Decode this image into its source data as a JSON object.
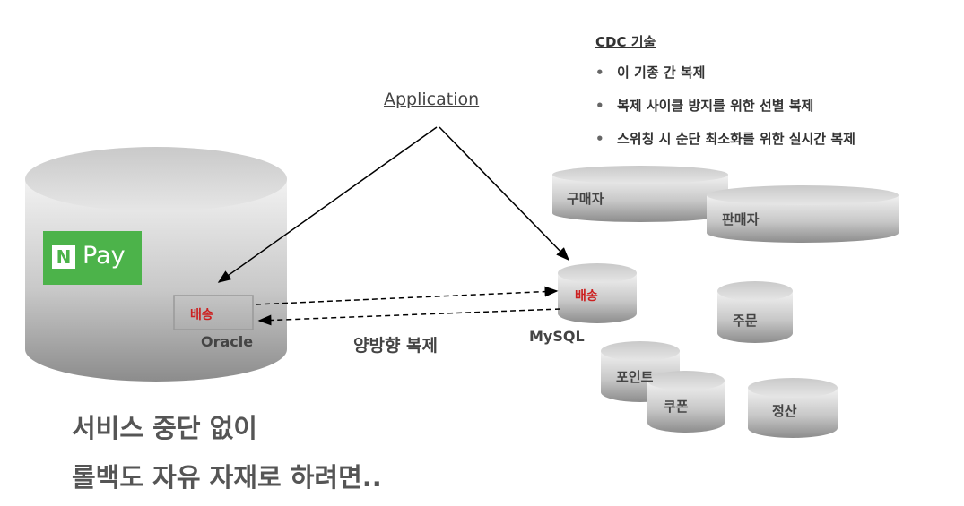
{
  "logo": {
    "n_letter": "N",
    "pay_text": "Pay"
  },
  "application_label": "Application",
  "cdc": {
    "title": "CDC 기술",
    "items": [
      "이 기종 간 복제",
      "복제 사이클 방지를 위한 선별 복제",
      "스위칭 시 순단 최소화를 위한 실시간 복제"
    ]
  },
  "oracle": {
    "name": "Oracle",
    "table_label": "배송"
  },
  "mysql": {
    "name": "MySQL",
    "table_label": "배송"
  },
  "replication_label": "양방향 복제",
  "tables": {
    "buyer": "구매자",
    "seller": "판매자",
    "order": "주문",
    "point": "포인트",
    "coupon": "쿠폰",
    "settlement": "정산"
  },
  "headline": {
    "line1": "서비스 중단 없이",
    "line2": "롤백도 자유 자재로 하려면.."
  },
  "colors": {
    "npay_green": "#4cb34a",
    "highlight_red": "#cc1f1f"
  }
}
